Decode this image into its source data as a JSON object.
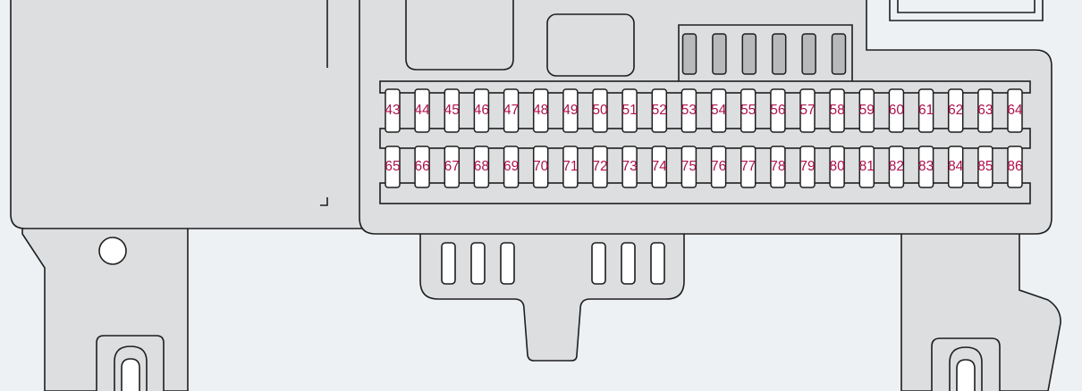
{
  "diagram": {
    "colors": {
      "background": "#edf1f4",
      "housing": "#dcdee0",
      "outline": "#1e1e1e",
      "fuse_body": "#ffffff",
      "relay_fuse": "#b7b9bb",
      "label": "#b0124a"
    },
    "fuse_rows": [
      {
        "name": "upper-row",
        "labels": [
          "43",
          "44",
          "45",
          "46",
          "47",
          "48",
          "49",
          "50",
          "51",
          "52",
          "53",
          "54",
          "55",
          "56",
          "57",
          "58",
          "59",
          "60",
          "61",
          "62",
          "63",
          "64"
        ]
      },
      {
        "name": "lower-row",
        "labels": [
          "65",
          "66",
          "67",
          "68",
          "69",
          "70",
          "71",
          "72",
          "73",
          "74",
          "75",
          "76",
          "77",
          "78",
          "79",
          "80",
          "81",
          "82",
          "83",
          "84",
          "85",
          "86"
        ]
      }
    ],
    "spare_fuse_count": 6
  }
}
